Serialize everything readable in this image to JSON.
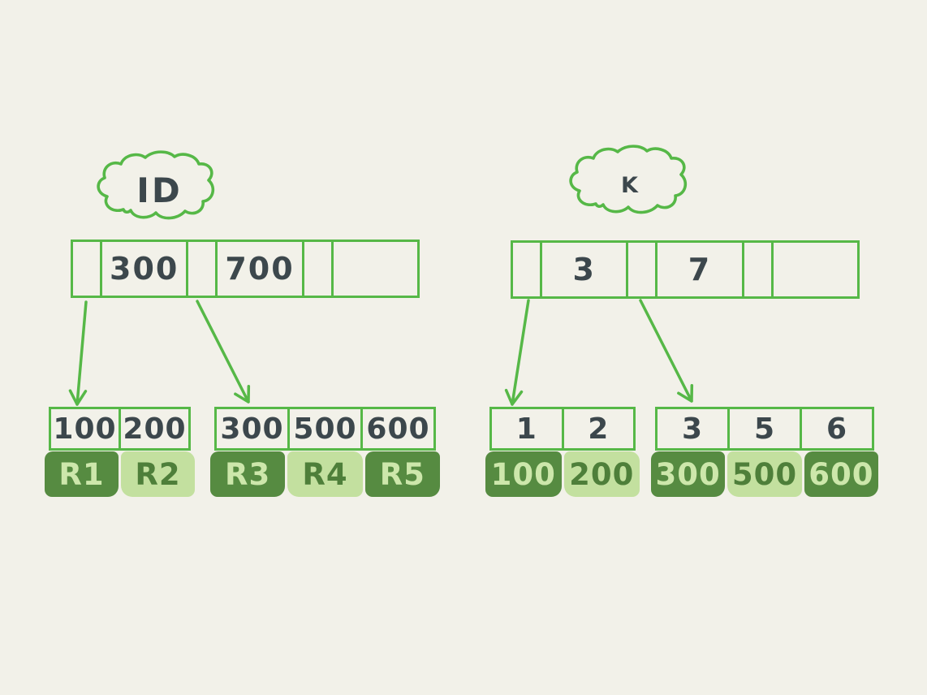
{
  "diagram": {
    "style": "hand-drawn-btree-index-comparison",
    "colors": {
      "background": "#f2f1e9",
      "stroke_green": "#56b847",
      "dark_fill": "#568b41",
      "light_fill": "#c3e09f",
      "light_text": "#cde7ab",
      "dark_green_text": "#4e7f3a",
      "ink": "#3c474c"
    },
    "icons": [
      "cloud-icon",
      "arrow-down-icon"
    ]
  },
  "left_index": {
    "label": "ID",
    "internal_node": {
      "keys": [
        "300",
        "700"
      ]
    },
    "leaf_nodes": [
      {
        "keys": [
          "100",
          "200"
        ],
        "records": [
          "R1",
          "R2"
        ]
      },
      {
        "keys": [
          "300",
          "500",
          "600"
        ],
        "records": [
          "R3",
          "R4",
          "R5"
        ]
      }
    ]
  },
  "right_index": {
    "label": "K",
    "internal_node": {
      "keys": [
        "3",
        "7"
      ]
    },
    "leaf_nodes": [
      {
        "keys": [
          "1",
          "2"
        ],
        "records": [
          "100",
          "200"
        ]
      },
      {
        "keys": [
          "3",
          "5",
          "6"
        ],
        "records": [
          "300",
          "500",
          "600"
        ]
      }
    ]
  }
}
